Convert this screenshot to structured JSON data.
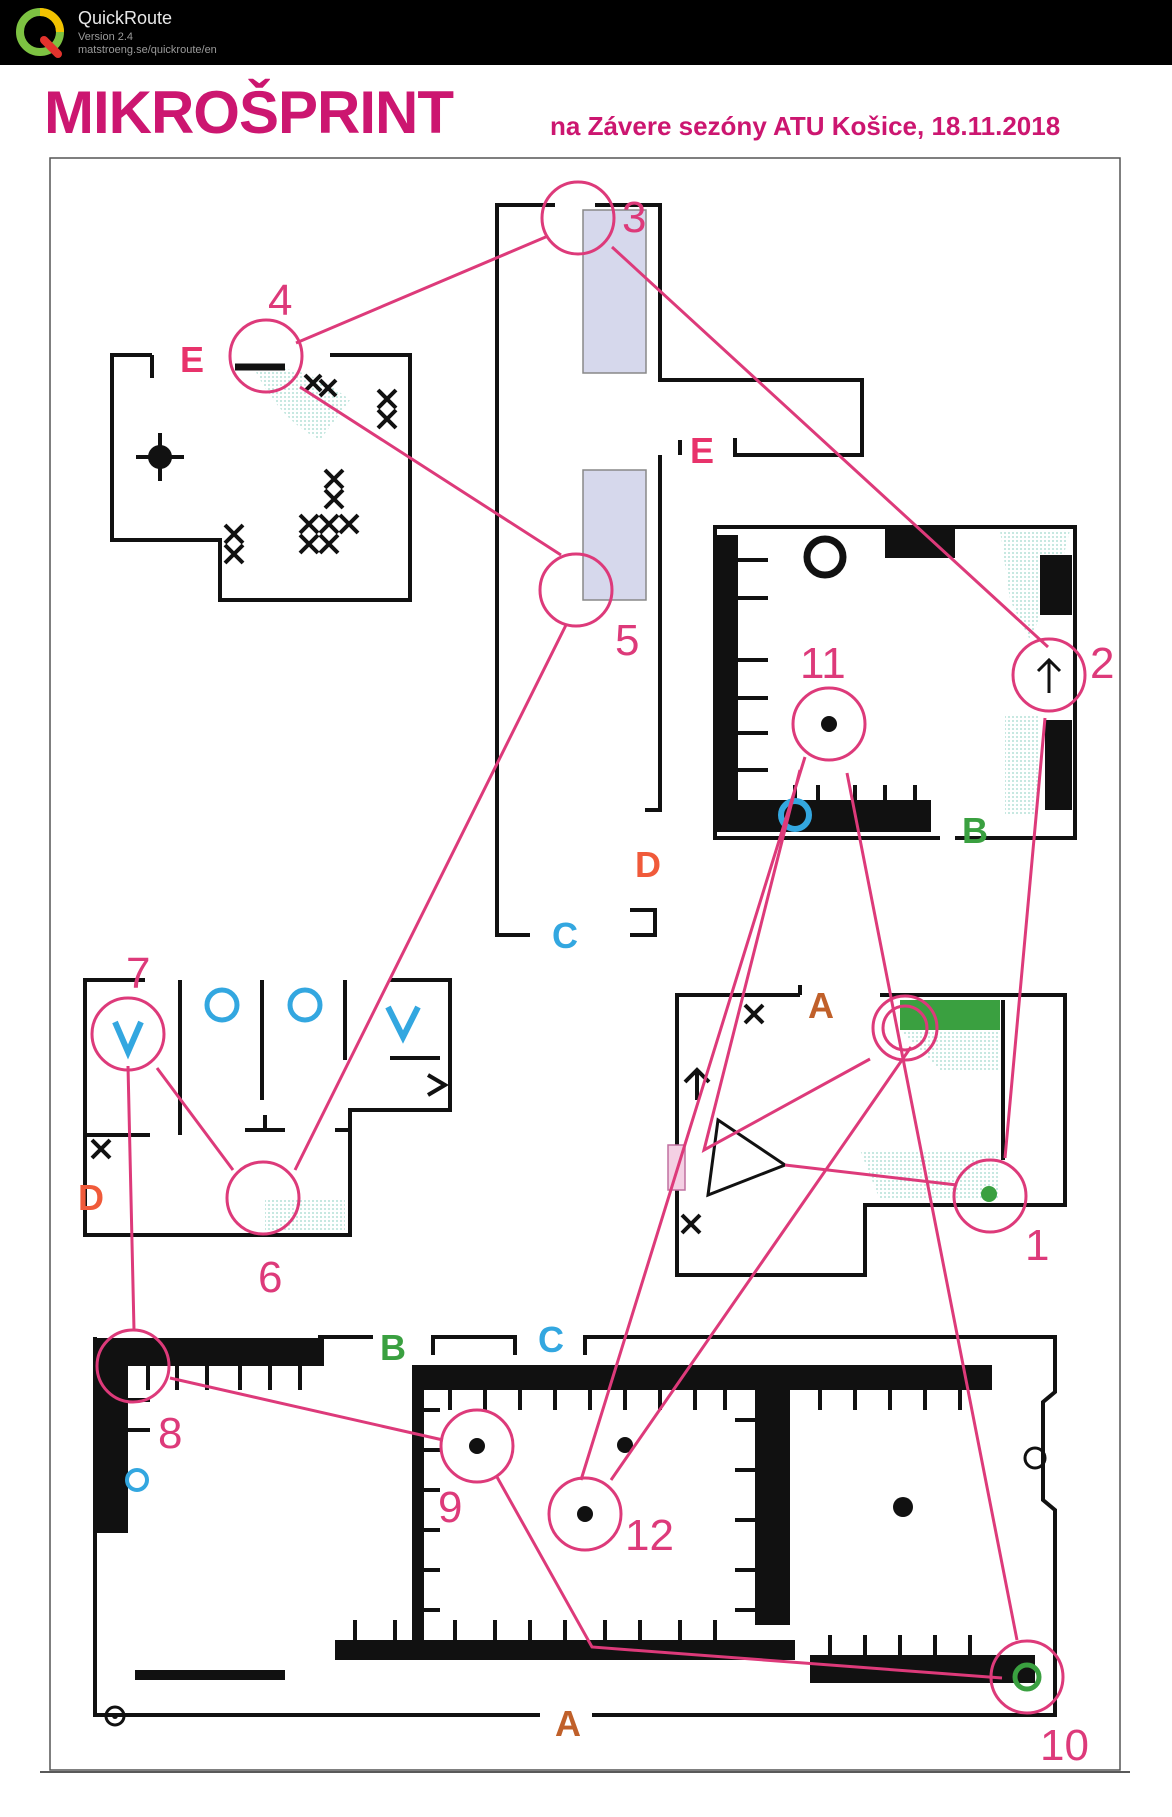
{
  "app": {
    "name": "QuickRoute",
    "version": "Version 2.4",
    "url": "matstroeng.se/quickroute/en",
    "logo_letter": "Q"
  },
  "map": {
    "title": "MIKROŠPRINT",
    "subtitle": "na Závere sezóny ATU Košice, 18.11.2018",
    "colors": {
      "title": "#cc1670",
      "course": "#dd3a7a",
      "walls": "#111111",
      "door_E": "#e8336b",
      "door_D": "#f05a3a",
      "door_C": "#33a7e0",
      "door_B": "#3aa040",
      "door_A": "#c0602a",
      "room_fill": "#d6d8ec",
      "hatch": "#9fd8cc"
    }
  },
  "controls": [
    {
      "label": "1"
    },
    {
      "label": "2"
    },
    {
      "label": "3"
    },
    {
      "label": "4"
    },
    {
      "label": "5"
    },
    {
      "label": "6"
    },
    {
      "label": "7"
    },
    {
      "label": "8"
    },
    {
      "label": "9"
    },
    {
      "label": "10"
    },
    {
      "label": "11"
    },
    {
      "label": "12"
    }
  ],
  "door_labels": {
    "e1": "E",
    "e2": "E",
    "d1": "D",
    "d2": "D",
    "c1": "C",
    "c2": "C",
    "b1": "B",
    "b2": "B",
    "a1": "A",
    "a2": "A"
  }
}
